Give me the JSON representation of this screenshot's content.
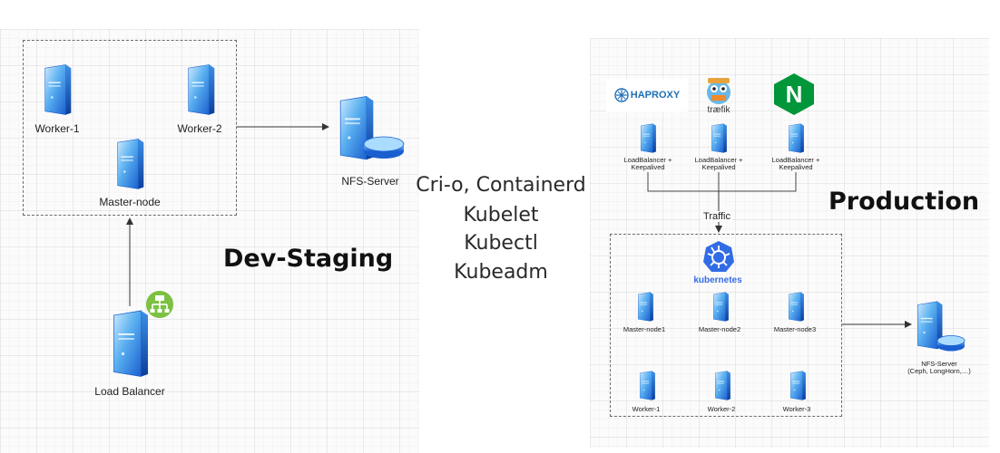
{
  "dev_staging": {
    "title": "Dev-Staging",
    "nodes": {
      "worker1": "Worker-1",
      "worker2": "Worker-2",
      "master": "Master-node",
      "nfs": "NFS-Server",
      "load_balancer": "Load Balancer"
    }
  },
  "components": {
    "line1": "Cri-o, Containerd",
    "line2": "Kubelet",
    "line3": "Kubectl",
    "line4": "Kubeadm"
  },
  "production": {
    "title": "Production",
    "logos": {
      "haproxy": "HAPROXY",
      "traefik": "træfik",
      "nginx": "N",
      "kubernetes": "kubernetes"
    },
    "lb_label_line1": "LoadBalancer +",
    "lb_label_line2": "Keepalived",
    "traffic_label": "Traffic",
    "masters": [
      "Master-node1",
      "Master-node2",
      "Master-node3"
    ],
    "workers": [
      "Worker-1",
      "Worker-2",
      "Worker-3"
    ],
    "nfs_line1": "NFS-Server",
    "nfs_line2": "(Ceph, LongHorn,…)"
  },
  "colors": {
    "server_light": "#7fc4f5",
    "server_dark": "#1a5fd0",
    "nginx_green": "#009639",
    "kubernetes_blue": "#326ce5",
    "lb_badge_green": "#7cc142"
  }
}
